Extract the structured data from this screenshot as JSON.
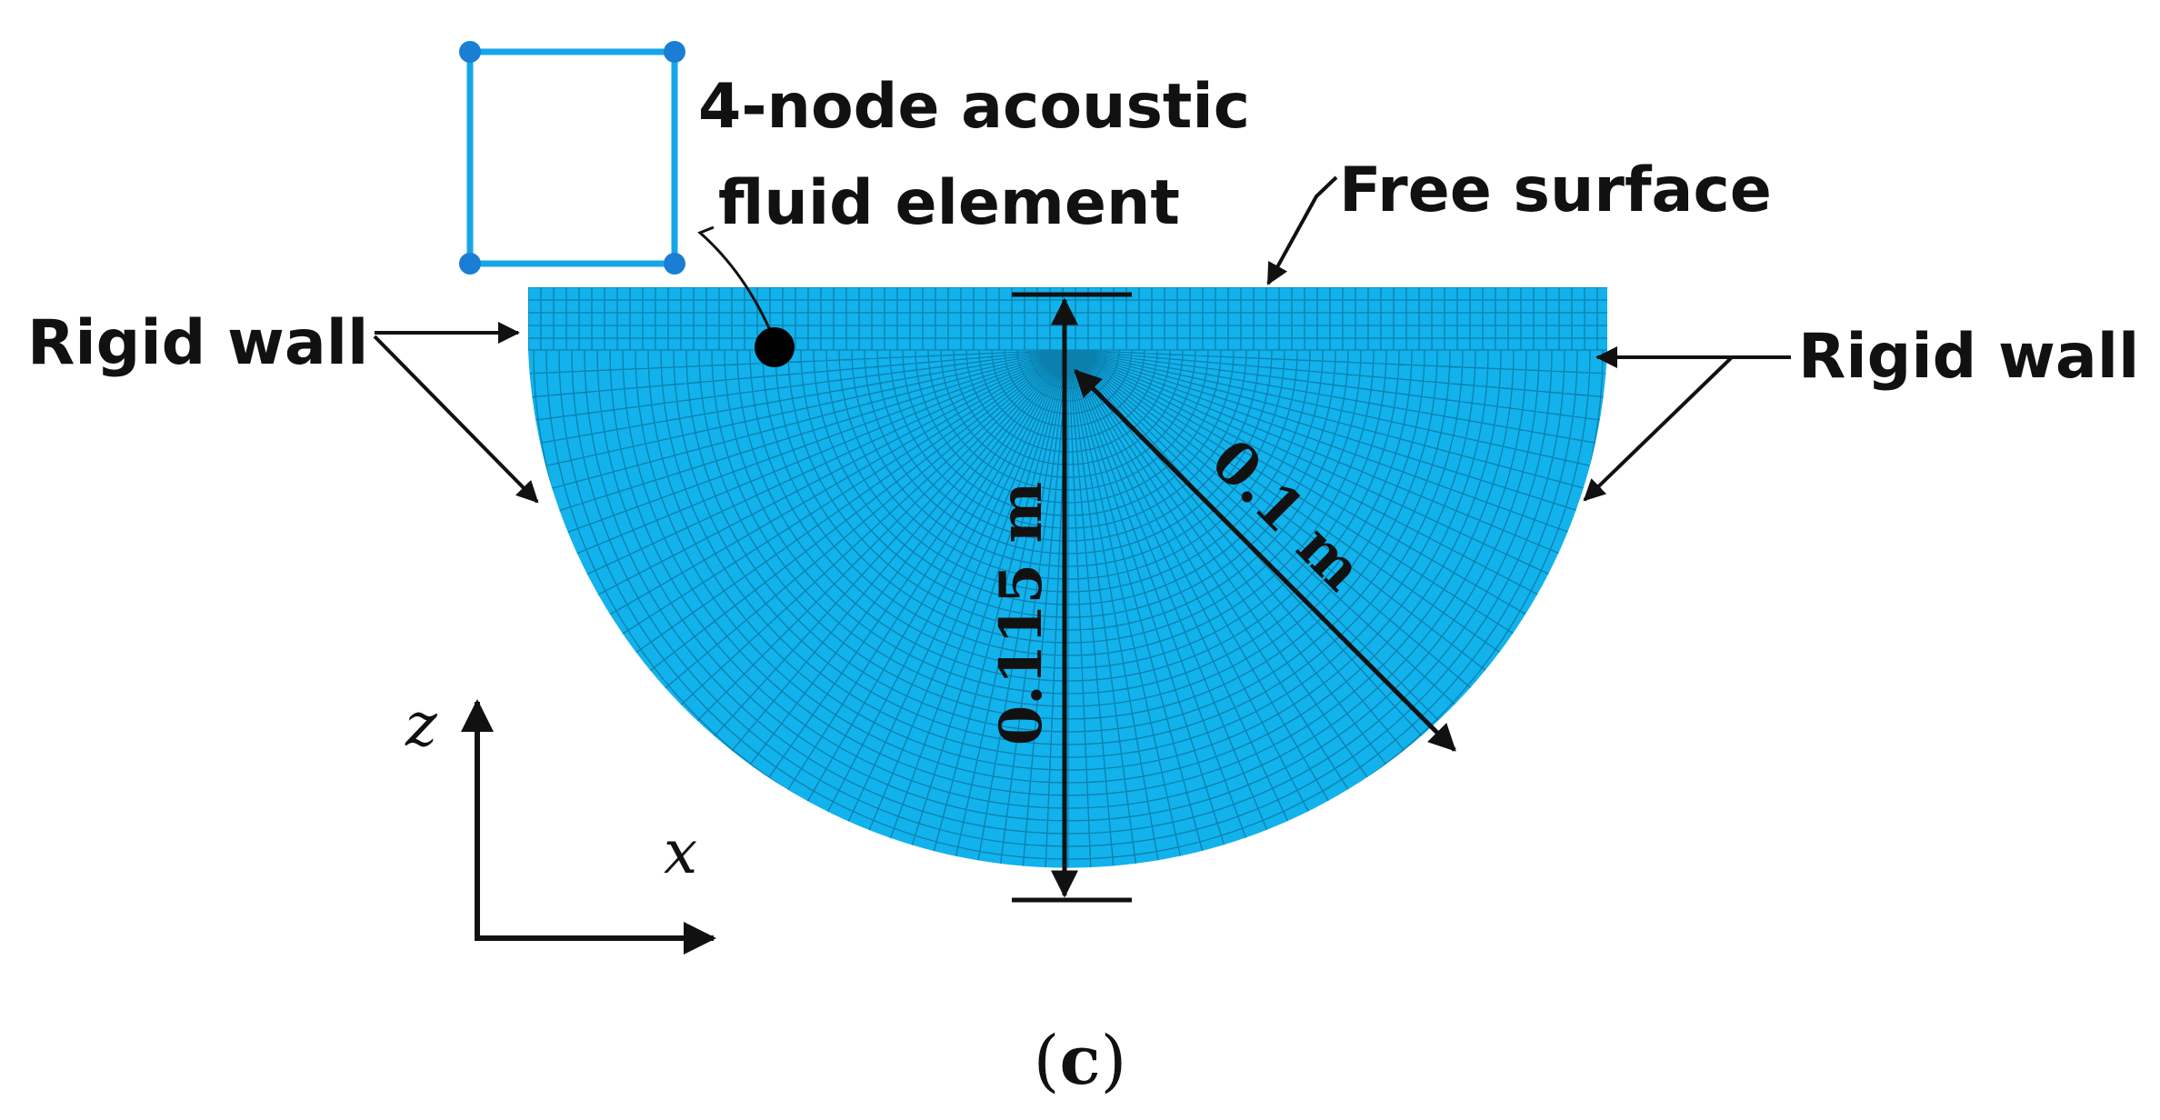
{
  "labels": {
    "element": [
      "4-node acoustic",
      "fluid element"
    ],
    "free_surface": "Free surface",
    "rigid_wall_left": "Rigid wall",
    "rigid_wall_right": "Rigid wall",
    "depth": "0.115 m",
    "radius": "0.1 m",
    "axis_z": "z",
    "axis_x": "x",
    "caption_open": "(",
    "caption_letter": "c",
    "caption_close": ")"
  },
  "colors": {
    "fluid": "#12b2ec",
    "mesh_line": "#0a6f9a",
    "element_outline": "#16a6e8",
    "element_node": "#1a7fd4",
    "ink": "#111111"
  }
}
